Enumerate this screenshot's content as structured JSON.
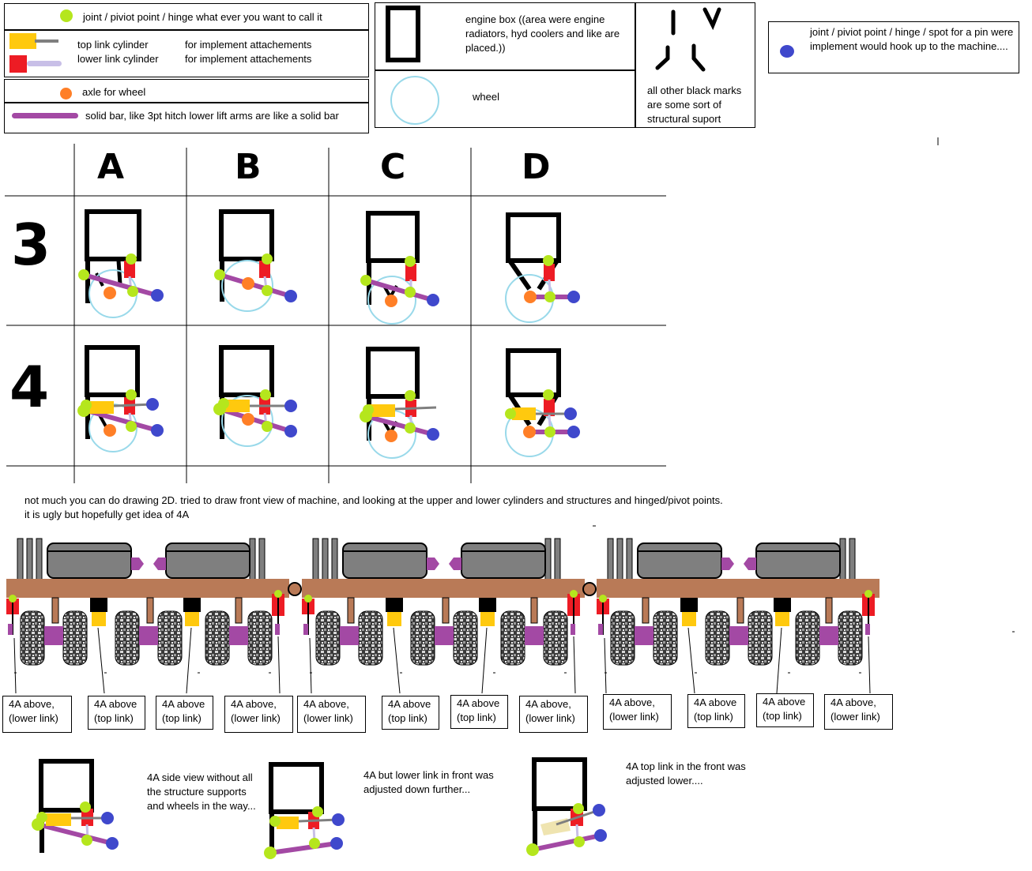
{
  "legend": {
    "joint": "joint / piviot point / hinge what ever you want to call it",
    "top_link": "top link cylinder",
    "lower_link": "lower link cylinder",
    "implement_1": "for implement attachements",
    "implement_2": "for implement attachements",
    "axle": "axle for wheel",
    "solid_bar": "solid bar, like 3pt hitch lower lift arms are like a solid bar",
    "engine_box": "engine box ((area were engine radiators, hyd coolers and like are placed.))",
    "wheel": "wheel",
    "structural": "all other black marks are some sort of structural suport",
    "pin": "joint / piviot point / hinge / spot for a pin were implement would hook up to the machine....",
    "colors": {
      "joint": "#b5e61d",
      "pin": "#3f48cc",
      "axle": "#ff7f27",
      "bar": "#a349a4",
      "top": "#ffc90e",
      "lower": "#ed1c24",
      "wheel": "#99d9ea",
      "deck": "#b97a57"
    }
  },
  "grid": {
    "columns": [
      "A",
      "B",
      "C",
      "D"
    ],
    "rows": [
      "3",
      "4"
    ]
  },
  "notes": {
    "line1": "not much you can do drawing 2D.  tried to draw front view of machine, and looking at the upper and lower cylinders and structures and hinged/pivot points.",
    "line2": "it is ugly but hopefully get idea of 4A"
  },
  "front_view_captions": [
    "4A above,\n(lower link)",
    "4A above\n(top link)",
    "4A above\n(top link)",
    "4A above,\n(lower link)",
    "4A above,\n(lower link)",
    "4A above\n(top link)",
    "4A above\n(top link)",
    "4A above,\n(lower link)",
    "4A above,\n(lower link)",
    "4A above\n(top link)",
    "4A above\n(top link)",
    "4A above,\n(lower link)"
  ],
  "side_views": {
    "note1": "4A side view without all the structure supports and wheels in the way...",
    "note2": "4A but lower link in front was adjusted down further...",
    "note3": "4A top link in the front was adjusted lower...."
  }
}
